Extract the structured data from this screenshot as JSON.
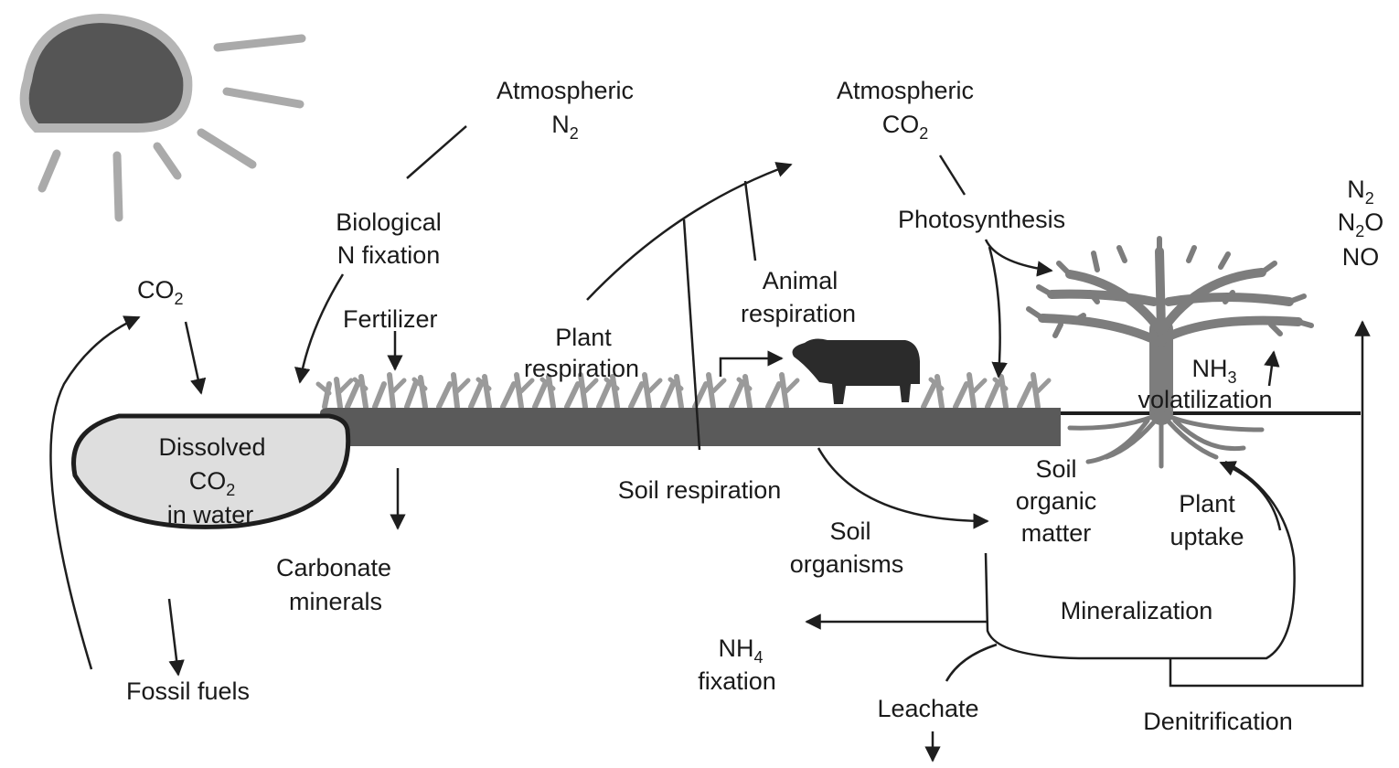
{
  "labels": {
    "atm_n2": {
      "line1": "Atmospheric",
      "line2": "N",
      "line2_sub": "2"
    },
    "atm_co2": {
      "line1": "Atmospheric",
      "line2": "CO",
      "line2_sub": "2"
    },
    "bio_n_fix": {
      "line1": "Biological",
      "line2": "N  fixation"
    },
    "co2_left": {
      "text": "CO",
      "sub": "2"
    },
    "fertilizer": "Fertilizer",
    "plant_resp": {
      "line1": "Plant",
      "line2": "respiration"
    },
    "animal_resp": {
      "line1": "Animal",
      "line2": "respiration"
    },
    "photosynthesis": "Photosynthesis",
    "n_gases": {
      "n2": "N",
      "n2_sub": "2",
      "n2o_a": "N",
      "n2o_sub": "2",
      "n2o_b": "O",
      "no": "NO"
    },
    "nh3_vol": {
      "line1": "NH",
      "line1_sub": "3",
      "line2": "volatilization"
    },
    "dissolved": {
      "line1": "Dissolved",
      "line2": "CO",
      "line2_sub": "2",
      "line3": "in water"
    },
    "carbonate": {
      "line1": "Carbonate",
      "line2": "minerals"
    },
    "soil_resp": "Soil  respiration",
    "som": {
      "line1": "Soil",
      "line2": "organic",
      "line3": "matter"
    },
    "plant_uptake": {
      "line1": "Plant",
      "line2": "uptake"
    },
    "soil_org": {
      "line1": "Soil",
      "line2": "organisms"
    },
    "mineralization": "Mineralization",
    "nh4_fix": {
      "line1": "NH",
      "line1_sub": "4",
      "line2": "fixation"
    },
    "fossil": "Fossil  fuels",
    "leachate": "Leachate",
    "denitrification": "Denitrification"
  },
  "colors": {
    "sun_fill": "#555555",
    "sun_rim": "#b5b5b5",
    "ground": "#5a5a5a",
    "vegetation": "#9a9a9a",
    "tree": "#7d7d7d",
    "cow": "#2b2b2b",
    "water_fill": "#dedede",
    "line": "#1e1e1e"
  },
  "icons": [
    "sun-icon",
    "tree-icon",
    "cow-icon",
    "crops-icon"
  ]
}
